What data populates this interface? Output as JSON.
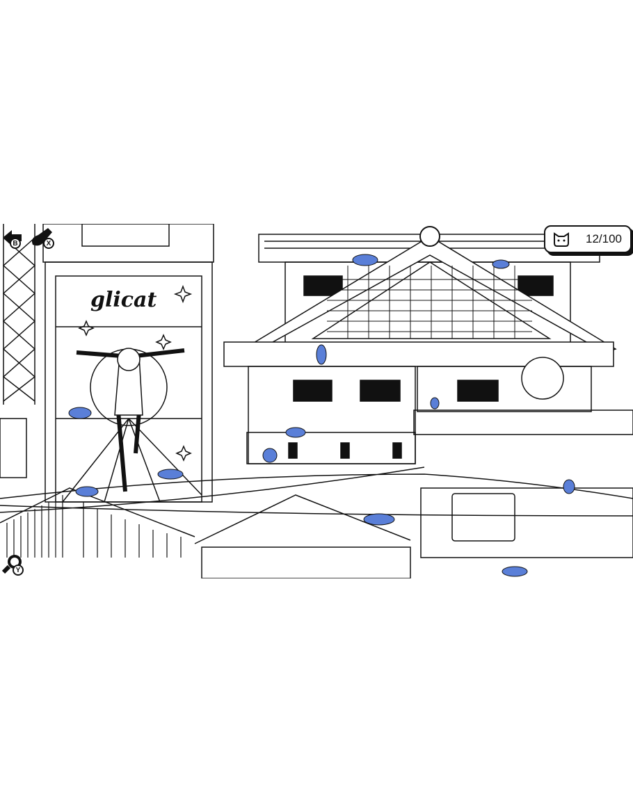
{
  "hud": {
    "back_key": "B",
    "hint_key": "X",
    "zoom_key": "Y",
    "cats_found": "12/100"
  },
  "scene": {
    "billboard_text": "glicat"
  },
  "colors": {
    "found_cat": "#5a7fd8",
    "ink": "#111111"
  }
}
